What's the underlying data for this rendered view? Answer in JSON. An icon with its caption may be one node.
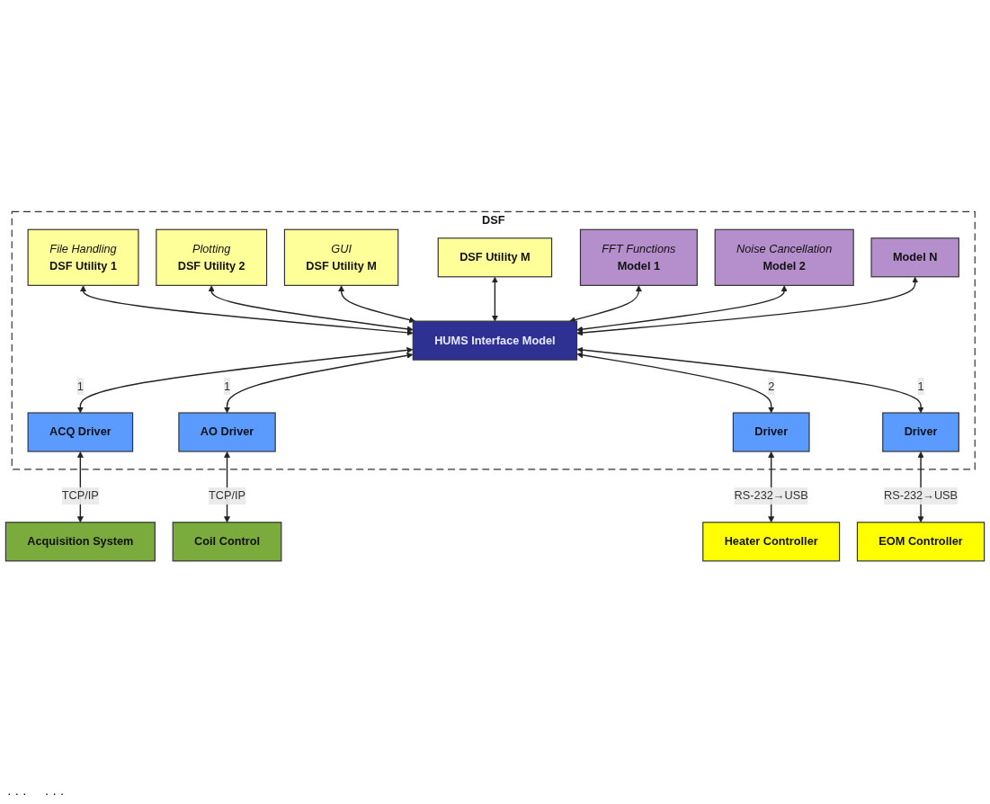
{
  "diagram": {
    "nodes": [
      {
        "text": [
          "DSF"
        ]
      },
      {
        "text": [
          "File Handling",
          "DSF Utility 1"
        ],
        "in": 0
      },
      {
        "text": [
          "Plotting",
          "DSF Utility 2"
        ],
        "in": 0
      },
      {
        "text": [
          "GUI",
          "DSF Utility M"
        ],
        "in": 0
      },
      {
        "text": [
          "DSF Utility M"
        ],
        "in": 0
      },
      {
        "text": [
          "FFT Functions",
          "Model 1"
        ],
        "in": 0
      },
      {
        "text": [
          "Noise Cancellation",
          "Model 2"
        ],
        "in": 0
      },
      {
        "text": [
          "Model N"
        ],
        "in": 0
      },
      {
        "text": [
          "HUMS Interface Model"
        ],
        "in": 0
      },
      {
        "text": [
          "ACQ Driver"
        ],
        "in": 0
      },
      {
        "text": [
          "AO Driver"
        ],
        "in": 0
      },
      {
        "text": [
          "Driver"
        ],
        "in": 0
      },
      {
        "text": [
          "Driver"
        ],
        "in": 0
      },
      {
        "text": [
          "Acquisition System"
        ]
      },
      {
        "text": [
          "Coil Control"
        ]
      },
      {
        "text": [
          "Heater Controller"
        ]
      },
      {
        "text": [
          "EOM Controller"
        ]
      }
    ],
    "edges": [
      {
        "from": 1,
        "to": 8,
        "arrow": "both"
      },
      {
        "from": 2,
        "to": 8,
        "arrow": "both"
      },
      {
        "from": 3,
        "to": 8,
        "arrow": "both"
      },
      {
        "from": 4,
        "to": 8,
        "arrow": "both"
      },
      {
        "from": 5,
        "to": 8,
        "arrow": "both"
      },
      {
        "from": 6,
        "to": 8,
        "arrow": "both"
      },
      {
        "from": 7,
        "to": 8,
        "arrow": "both"
      },
      {
        "from": 8,
        "to": 9,
        "arrow": "both",
        "label": "1"
      },
      {
        "from": 8,
        "to": 10,
        "arrow": "both",
        "label": "1"
      },
      {
        "from": 8,
        "to": 11,
        "arrow": "both",
        "label": "2"
      },
      {
        "from": 8,
        "to": 12,
        "arrow": "both",
        "label": "1"
      },
      {
        "from": 9,
        "to": 13,
        "arrow": "both",
        "label": "TCP/IP"
      },
      {
        "from": 10,
        "to": 14,
        "arrow": "both",
        "label": "TCP/IP"
      },
      {
        "from": 11,
        "to": 15,
        "arrow": "both",
        "label": "RS-232→USB"
      },
      {
        "from": 12,
        "to": 16,
        "arrow": "both",
        "label": "RS-232→USB"
      }
    ],
    "labels": [
      "· · ·",
      "· · ·"
    ]
  }
}
